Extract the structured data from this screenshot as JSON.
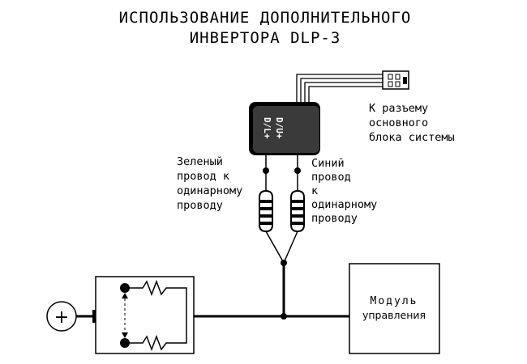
{
  "title": {
    "line1": "ИСПОЛЬЗОВАНИЕ ДОПОЛНИТЕЛЬНОГО",
    "line2": "ИНВЕРТОРА DLP-3"
  },
  "device": {
    "label_line1": "D/U+",
    "label_line2": "D/L+"
  },
  "connector_note": {
    "line1": "К разъему",
    "line2": "основного",
    "line3": "блока системы"
  },
  "green_wire_note": {
    "line1": "Зеленый",
    "line2": "провод к",
    "line3": "одинарному",
    "line4": "проводу"
  },
  "blue_wire_note": {
    "line1": "Синий",
    "line2": "провод",
    "line3": "к",
    "line4": "одинарному",
    "line5": "проводу"
  },
  "module": {
    "line1": "Модуль",
    "line2": "управления"
  },
  "power": {
    "symbol": "+"
  },
  "colors": {
    "ink": "#000000",
    "device_body": "#3a3a3a",
    "background": "#ffffff"
  }
}
